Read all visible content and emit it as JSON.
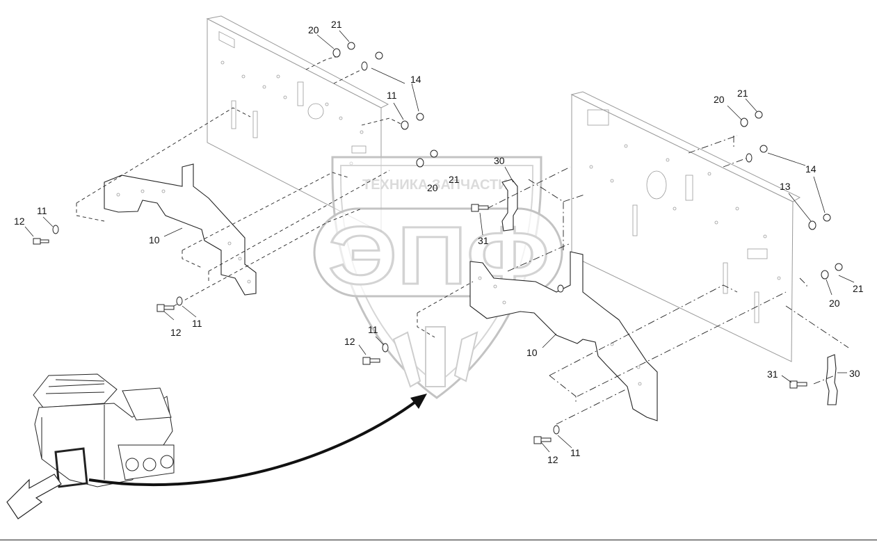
{
  "watermark": {
    "caption": "ТЕХНИКА ЗАПЧАСТИ",
    "logo_letters": "ЭПФ"
  },
  "callouts": {
    "left_assembly": [
      "20",
      "21",
      "14",
      "11",
      "20",
      "21",
      "12",
      "11",
      "10",
      "12",
      "11"
    ],
    "center": [
      "30",
      "31",
      "11",
      "12",
      "10"
    ],
    "right_assembly": [
      "20",
      "21",
      "14",
      "13",
      "21",
      "20",
      "31",
      "30",
      "12",
      "11"
    ]
  }
}
